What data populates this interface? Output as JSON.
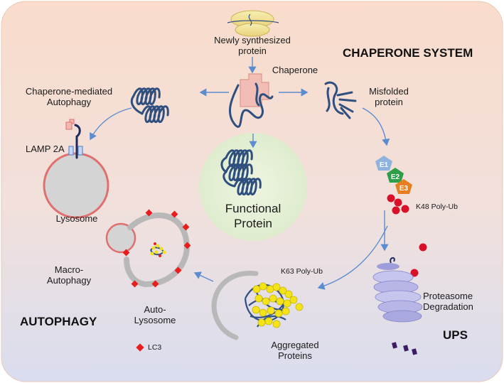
{
  "title": "CHAPERONE SYSTEM",
  "section_labels": {
    "autophagy": "AUTOPHAGY",
    "ups": "UPS"
  },
  "labels": {
    "newly_synthesized_1": "Newly synthesized",
    "newly_synthesized_2": "protein",
    "chaperone": "Chaperone",
    "cma_1": "Chaperone-mediated",
    "cma_2": "Autophagy",
    "misfolded_1": "Misfolded",
    "misfolded_2": "protein",
    "lamp": "LAMP 2A",
    "lysosome": "Lysosome",
    "functional_1": "Functional",
    "functional_2": "Protein",
    "k48": "K48 Poly-Ub",
    "macro_1": "Macro-",
    "macro_2": "Autophagy",
    "k63": "K63 Poly-Ub",
    "proteasome_1": "Proteasome",
    "proteasome_2": "Degradation",
    "autolysosome_1": "Auto-",
    "autolysosome_2": "Lysosome",
    "aggregated_1": "Aggregated",
    "aggregated_2": "Proteins",
    "lc3": "LC3"
  },
  "enzymes": [
    "E1",
    "E2",
    "E3"
  ],
  "colors": {
    "background_top": "#f9dccb",
    "background_bottom": "#dcdff0",
    "protein_coil": "#2f4f7f",
    "arrow": "#5b8ccf",
    "lysosome_fill": "#d6d6d6",
    "lysosome_ring": "#e57373",
    "functional_halo": "#e3efd2",
    "ubiquitin": "#d9102a",
    "lc3": "#e81d1d",
    "aggregate_beads": "#f2e01a",
    "e1": "#8fb3df",
    "e2": "#2e9e49",
    "e3": "#e67e22",
    "proteasome": "#b7b6e6"
  }
}
